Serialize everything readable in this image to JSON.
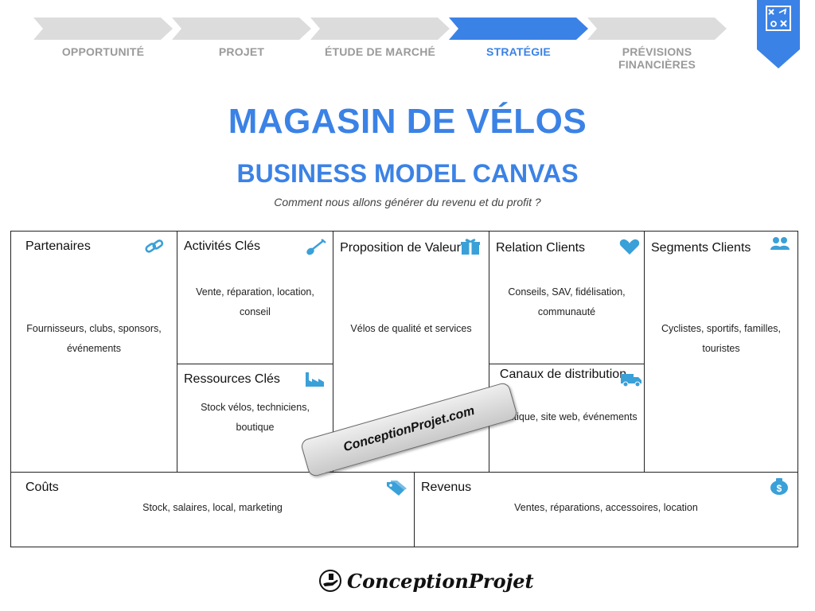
{
  "steps": [
    {
      "label": "OPPORTUNITÉ",
      "active": false
    },
    {
      "label": "PROJET",
      "active": false
    },
    {
      "label": "ÉTUDE DE MARCHÉ",
      "active": false
    },
    {
      "label": "STRATÉGIE",
      "active": true
    },
    {
      "label": "PRÉVISIONS FINANCIÈRES",
      "active": false
    }
  ],
  "title": "MAGASIN DE VÉLOS",
  "subtitle": "BUSINESS MODEL CANVAS",
  "tagline": "Comment nous allons générer du revenu et du profit ?",
  "canvas": {
    "partenaires": {
      "heading": "Partenaires",
      "text": "Fournisseurs, clubs, sponsors, événements",
      "icon": "link-icon"
    },
    "activites": {
      "heading": "Activités Clés",
      "text": "Vente, réparation, location, conseil",
      "icon": "shovel-icon"
    },
    "ressources": {
      "heading": "Ressources Clés",
      "text": "Stock vélos, techniciens, boutique",
      "icon": "factory-icon"
    },
    "proposition": {
      "heading": "Proposition de Valeur",
      "text": "Vélos de qualité et services",
      "icon": "gift-icon"
    },
    "relation": {
      "heading": "Relation Clients",
      "text": "Conseils, SAV, fidélisation, communauté",
      "icon": "heart-icon"
    },
    "canaux": {
      "heading": "Canaux de distribution",
      "text": "Boutique, site web, événements",
      "icon": "truck-icon"
    },
    "segments": {
      "heading": "Segments Clients",
      "text": "Cyclistes, sportifs, familles, touristes",
      "icon": "users-icon"
    },
    "couts": {
      "heading": "Coûts",
      "text": "Stock, salaires, local, marketing",
      "icon": "tag-icon"
    },
    "revenus": {
      "heading": "Revenus",
      "text": "Ventes, réparations, accessoires, location",
      "icon": "money-bag-icon"
    }
  },
  "watermark": "ConceptionProjet.com",
  "footer_logo": "ConceptionProjet",
  "colors": {
    "accent": "#3b82e6",
    "icon": "#3aa0d8",
    "step_inactive": "#dcdcdc"
  }
}
